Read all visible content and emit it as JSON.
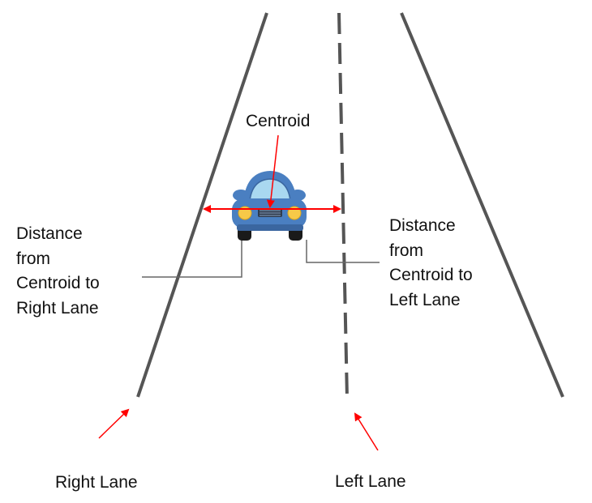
{
  "labels": {
    "centroid": "Centroid",
    "distance_right": [
      "Distance",
      "from",
      "Centroid to",
      "Right Lane"
    ],
    "distance_left": [
      "Distance",
      "from",
      "Centroid to",
      "Left Lane"
    ],
    "right_lane": "Right Lane",
    "left_lane": "Left Lane"
  },
  "colors": {
    "lane_line": "#555555",
    "arrow": "#ff0000",
    "leader_line": "#666666",
    "car_body": "#4a7fc1",
    "car_body_dark": "#3a66a0",
    "windshield": "#a9d8f0",
    "headlight": "#f7c948",
    "tire": "#1a1a1a"
  }
}
